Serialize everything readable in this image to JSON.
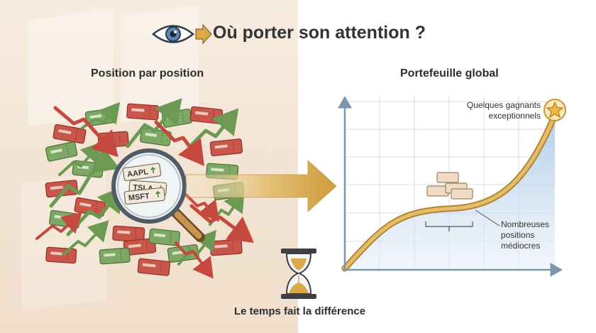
{
  "title": "Où porter son attention ?",
  "left_panel": {
    "heading": "Position par position",
    "ticker_labels": [
      "AAPL",
      "TSLA",
      "MSFT"
    ]
  },
  "right_panel": {
    "heading": "Portefeuille global",
    "annotation_top": [
      "Quelques gagnants",
      "exceptionnels"
    ],
    "annotation_bottom": [
      "Nombreuses",
      "positions",
      "médiocres"
    ]
  },
  "footer": "Le temps fait la différence",
  "icons": [
    "eye-icon",
    "arrow-right-icon",
    "magnifier-icon",
    "hourglass-icon",
    "star-icon",
    "stacked-bars-icon"
  ],
  "colors": {
    "left_background": "#f3e4d3",
    "up_arrow": "#6d9a52",
    "down_arrow": "#c5493f",
    "up_ticket": "#7ea866",
    "down_ticket": "#c9564a",
    "curve": "#d9a848",
    "area_fill": "#bcd3ea",
    "axis": "#7d95ad",
    "star": "#f0b93a"
  }
}
